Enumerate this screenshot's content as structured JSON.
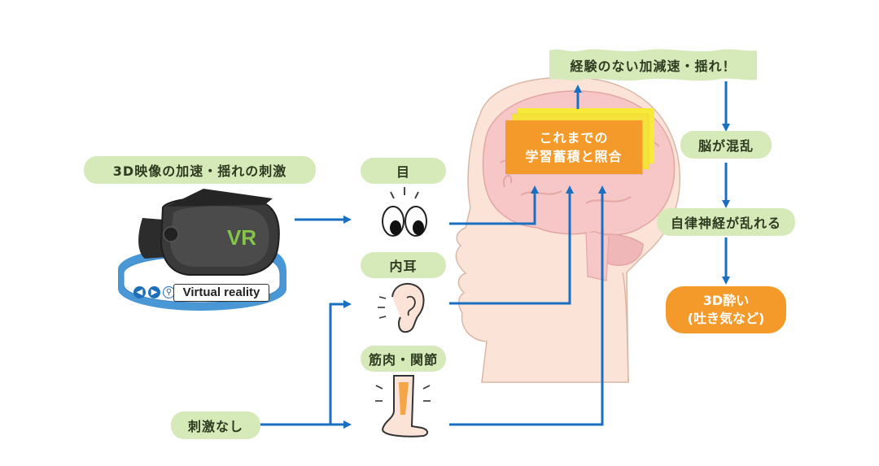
{
  "labels": {
    "stimulus": "3D映像の加速・揺れの刺激",
    "no_stimulus": "刺激なし",
    "eye": "目",
    "inner_ear": "内耳",
    "muscles": "筋肉・関節",
    "experience": "経験のない加減速・揺れ！",
    "brain_confused": "脳が混乱",
    "autonomic": "自律神経が乱れる",
    "sickness_line1": "3D酔い",
    "sickness_line2": "(吐き気など)",
    "learning_line1": "これまでの",
    "learning_line2": "学習蓄積と照合"
  },
  "headset": {
    "logo": "VR",
    "band_text": "Virtual reality"
  },
  "colors": {
    "arrow": "#1a6fc0",
    "pill_green": "#d6e9b9",
    "orange": "#f39a2b",
    "yellow": "#f7ea3a",
    "skin": "#fbe3d7",
    "brain": "#f6c7c6"
  }
}
